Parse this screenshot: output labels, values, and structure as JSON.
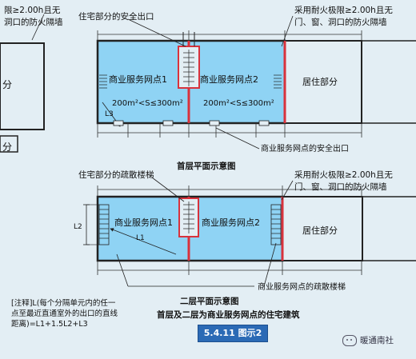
{
  "colors": {
    "background": "#e3eef4",
    "shop_fill": "#8fd3f4",
    "firewall": "#d8323c",
    "wall": "#222222",
    "fig_label_bg": "#2b6ab5"
  },
  "top_left_labels": [
    "限≥2.00h且无",
    "洞口的防火隔墙"
  ],
  "floor1": {
    "residential_exit_label": "住宅部分的安全出口",
    "firewall_label": [
      "采用耐火极限≥2.00h且无",
      "门、窗、洞口的防火隔墙"
    ],
    "shop1": "商业服务网点1",
    "shop2": "商业服务网点2",
    "area1": "200m²<S≤300m²",
    "area2": "200m²<S≤300m²",
    "residential": "居住部分",
    "l3": "L3",
    "shop_exit_label": "商业服务网点的安全出口",
    "caption": "首层平面示意图"
  },
  "floor2": {
    "stair_label": "住宅部分的疏散楼梯",
    "firewall_label": [
      "采用耐火极限≥2.00h且无",
      "门、窗、洞口的防火隔墙"
    ],
    "shop1": "商业服务网点1",
    "shop2": "商业服务网点2",
    "residential": "居住部分",
    "l1": "L1",
    "l2": "L2",
    "shop_stair_label": "商业服务网点的疏散楼梯",
    "caption": "二层平面示意图"
  },
  "left_fragments": {
    "p_upper": "分",
    "p_lower": "分"
  },
  "note": [
    "[注释]L(每个分隔单元内的任一",
    "点至最近直通室外的出口的直线",
    "距离)=L1+1.5L2+L3"
  ],
  "subtitle": "首层及二层为商业服务网点的住宅建筑",
  "figure_label": "5.4.11  图示2",
  "watermark": "暖通南社"
}
